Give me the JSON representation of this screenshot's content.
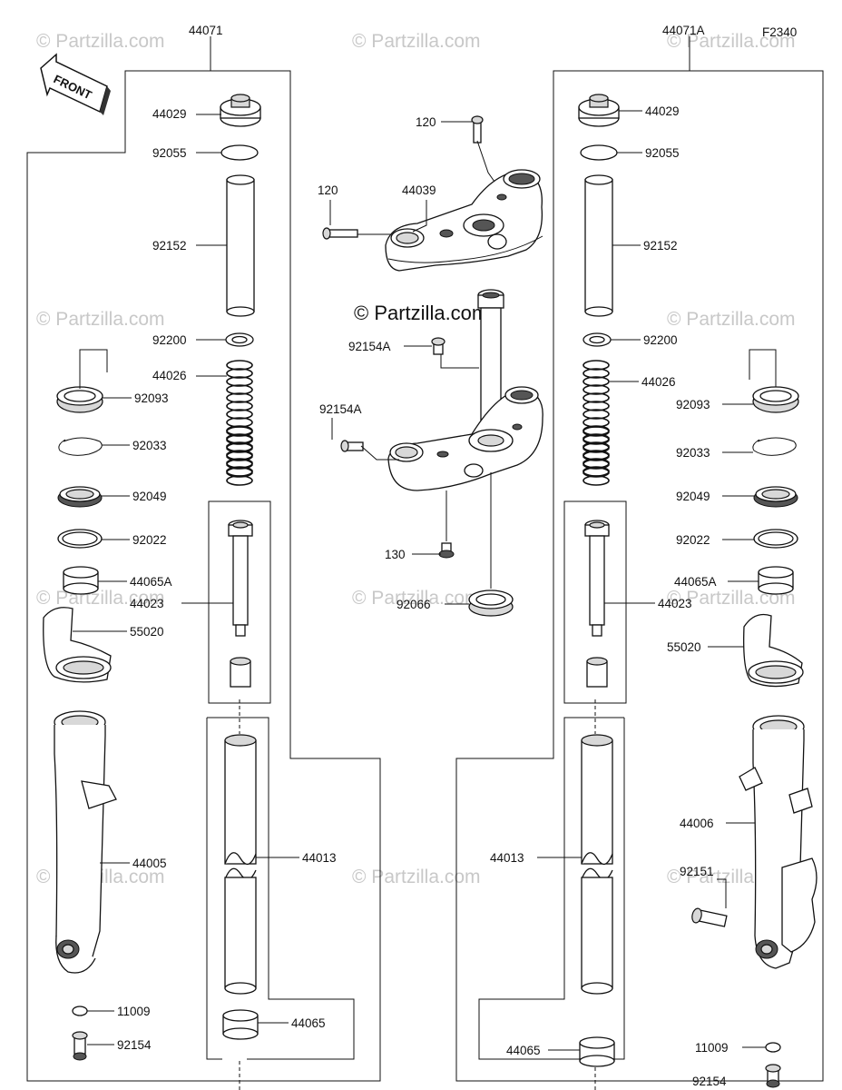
{
  "figure_code": "F2340",
  "front_arrow_label": "FRONT",
  "watermark_text": "© Partzilla.com",
  "assembly_labels": {
    "left": "44071",
    "right": "44071A"
  },
  "left_labels": {
    "cap": "44029",
    "oring": "92055",
    "spacer_tube": "92152",
    "washer": "92200",
    "spring": "44026",
    "dust_seal": "92093",
    "clip": "92033",
    "oil_seal": "92049",
    "washer2": "92022",
    "bushing": "44065A",
    "damper": "44023",
    "guard": "55020",
    "outer_tube": "44005",
    "inner_tube": "44013",
    "bushing2": "44065",
    "gasket": "11009",
    "bolt": "92154"
  },
  "right_labels": {
    "cap": "44029",
    "oring": "92055",
    "spacer_tube": "92152",
    "washer": "92200",
    "spring": "44026",
    "dust_seal": "92093",
    "clip": "92033",
    "oil_seal": "92049",
    "washer2": "92022",
    "bushing": "44065A",
    "damper": "44023",
    "guard": "55020",
    "outer_tube": "44006",
    "bolt_side": "92151",
    "inner_tube": "44013",
    "bushing2": "44065",
    "gasket": "11009",
    "bolt": "92154"
  },
  "center_labels": {
    "bolt_top": "120",
    "bolt_left": "120",
    "upper_bracket": "44039",
    "bolt_a1": "92154A",
    "bolt_a2": "92154A",
    "bolt_bottom": "130",
    "seal": "92066"
  }
}
